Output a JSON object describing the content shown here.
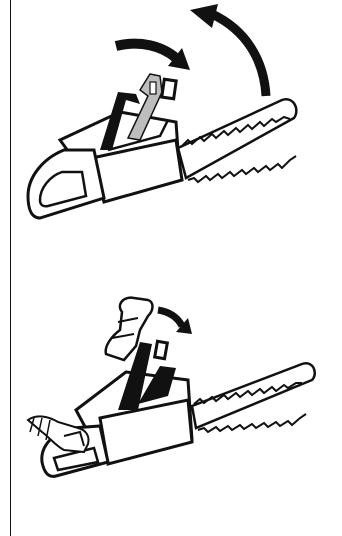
{
  "figure": {
    "panels": [
      {
        "id": "top",
        "subject": "chainsaw",
        "arrows": [
          "curved-arrow-right",
          "curved-arrow-up"
        ]
      },
      {
        "id": "bottom",
        "subject": "chainsaw-with-hand",
        "arrows": [
          "curved-arrow-right"
        ]
      }
    ]
  },
  "colors": {
    "ink": "#111111",
    "paper": "#ffffff",
    "highlight": "#bdbdbd"
  }
}
